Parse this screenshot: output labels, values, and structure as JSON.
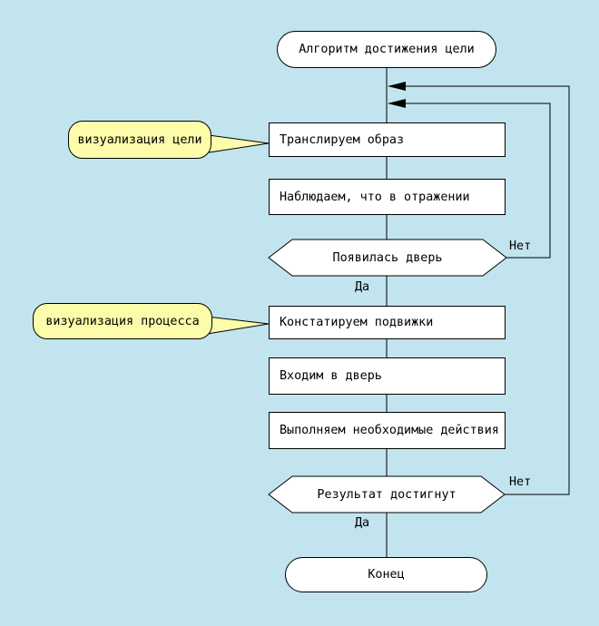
{
  "diagram": {
    "title": "Алгоритм достижения цели",
    "nodes": {
      "start": {
        "type": "terminator",
        "label": "Алгоритм достижения цели"
      },
      "step1": {
        "type": "process",
        "label": "Транслируем образ"
      },
      "step2": {
        "type": "process",
        "label": "Наблюдаем, что в отражении"
      },
      "decision1": {
        "type": "decision",
        "label": "Появилась дверь"
      },
      "step3": {
        "type": "process",
        "label": "Констатируем подвижки"
      },
      "step4": {
        "type": "process",
        "label": "Входим в дверь"
      },
      "step5": {
        "type": "process",
        "label": "Выполняем необходимые действия"
      },
      "decision2": {
        "type": "decision",
        "label": "Результат достигнут"
      },
      "end": {
        "type": "terminator",
        "label": "Конец"
      }
    },
    "callouts": {
      "goal": {
        "label": "визуализация цели",
        "points_to": "step1"
      },
      "process": {
        "label": "визуализация процесса",
        "points_to": "step3"
      }
    },
    "edge_labels": {
      "decision1_no": "Нет",
      "decision1_yes": "Да",
      "decision2_no": "Нет",
      "decision2_yes": "Да"
    },
    "colors": {
      "background": "#c2e4ee",
      "node_fill": "#ffffff",
      "callout_fill": "#fcfcaa",
      "line": "#000000",
      "text": "#000000"
    }
  }
}
